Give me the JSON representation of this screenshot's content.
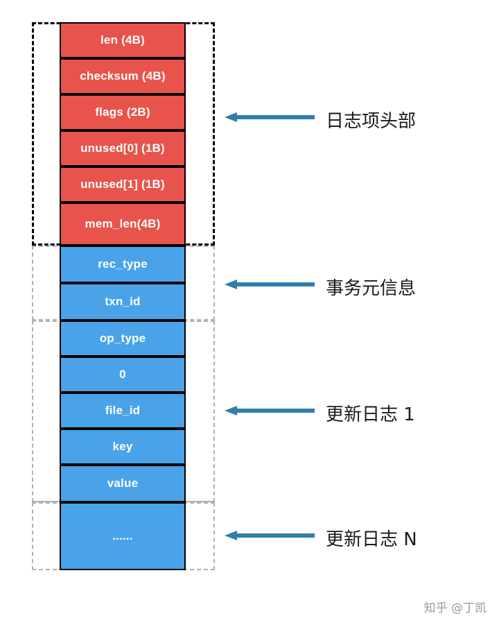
{
  "diagram": {
    "title": "",
    "colors": {
      "header_fill": "#e8544b",
      "body_fill": "#4aa3e8",
      "arrow": "#2f7fa8",
      "dashed_black": "#000000",
      "dashed_gray": "#b0b0b0",
      "text_on_cell": "#ffffff",
      "annotation_text": "#1a1a1a",
      "watermark_text": "#9a9a9a"
    },
    "cells": [
      {
        "label": "len (4B)",
        "color": "red"
      },
      {
        "label": "checksum (4B)",
        "color": "red"
      },
      {
        "label": "flags (2B)",
        "color": "red"
      },
      {
        "label": "unused[0] (1B)",
        "color": "red"
      },
      {
        "label": "unused[1] (1B)",
        "color": "red"
      },
      {
        "label": "mem_len(4B)",
        "color": "red"
      },
      {
        "label": "rec_type",
        "color": "blue"
      },
      {
        "label": "txn_id",
        "color": "blue"
      },
      {
        "label": "op_type",
        "color": "blue"
      },
      {
        "label": "0",
        "color": "blue"
      },
      {
        "label": "file_id",
        "color": "blue"
      },
      {
        "label": "key",
        "color": "blue"
      },
      {
        "label": "value",
        "color": "blue"
      },
      {
        "label": "......",
        "color": "blue"
      }
    ],
    "annotations": [
      {
        "label": "日志项头部"
      },
      {
        "label": "事务元信息"
      },
      {
        "label": "更新日志 1"
      },
      {
        "label": "更新日志 N"
      }
    ],
    "watermark": "知乎 @丁凯"
  }
}
